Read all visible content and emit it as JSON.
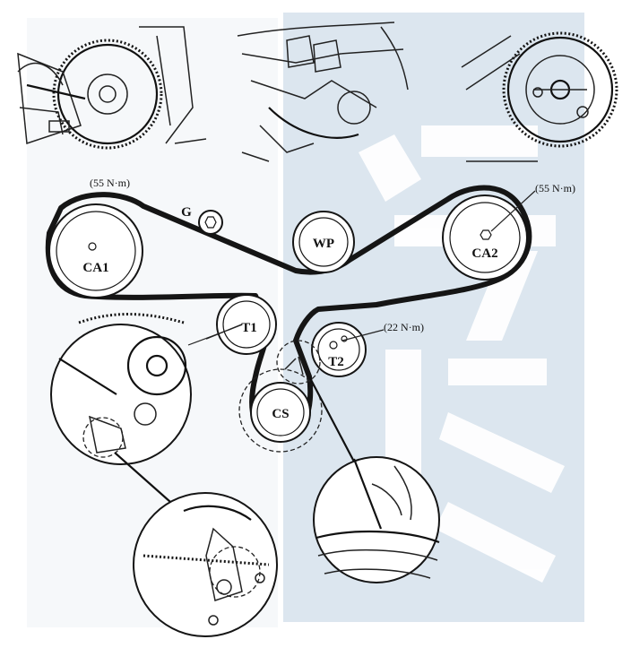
{
  "diagram": {
    "pulleys": {
      "ca1": "CA1",
      "ca2": "CA2",
      "wp": "WP",
      "g": "G",
      "t1": "T1",
      "t2": "T2",
      "cs": "CS"
    },
    "torques": {
      "ca1": "(55 N·m)",
      "ca2": "(55 N·m)",
      "t2": "(22 N·m)"
    },
    "watermark": "汽修宝典",
    "colors": {
      "belt": "#151515",
      "watermark_panel": "#dce6ef",
      "watermark_glyph": "#ffffff"
    }
  }
}
